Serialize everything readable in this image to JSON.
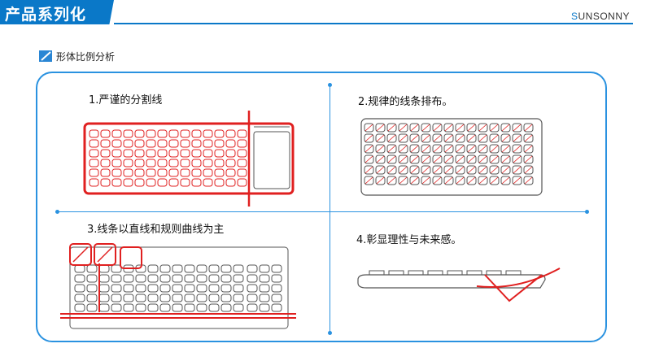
{
  "header": {
    "title": "产品系列化",
    "brand_first": "S",
    "brand_rest": "UNSONNY"
  },
  "section": {
    "label": "形体比例分析",
    "icon": "slash-square-icon"
  },
  "quadrants": [
    {
      "title": "1.严谨的分割线"
    },
    {
      "title": "2.规律的线条排布。"
    },
    {
      "title": "3.线条以直线和规则曲线为主"
    },
    {
      "title": "4.彰显理性与未来感。"
    }
  ],
  "colors": {
    "accent": "#0a78c8",
    "panel_border": "#2a92e0",
    "annotation": "#e02020",
    "sketch": "#555555"
  }
}
